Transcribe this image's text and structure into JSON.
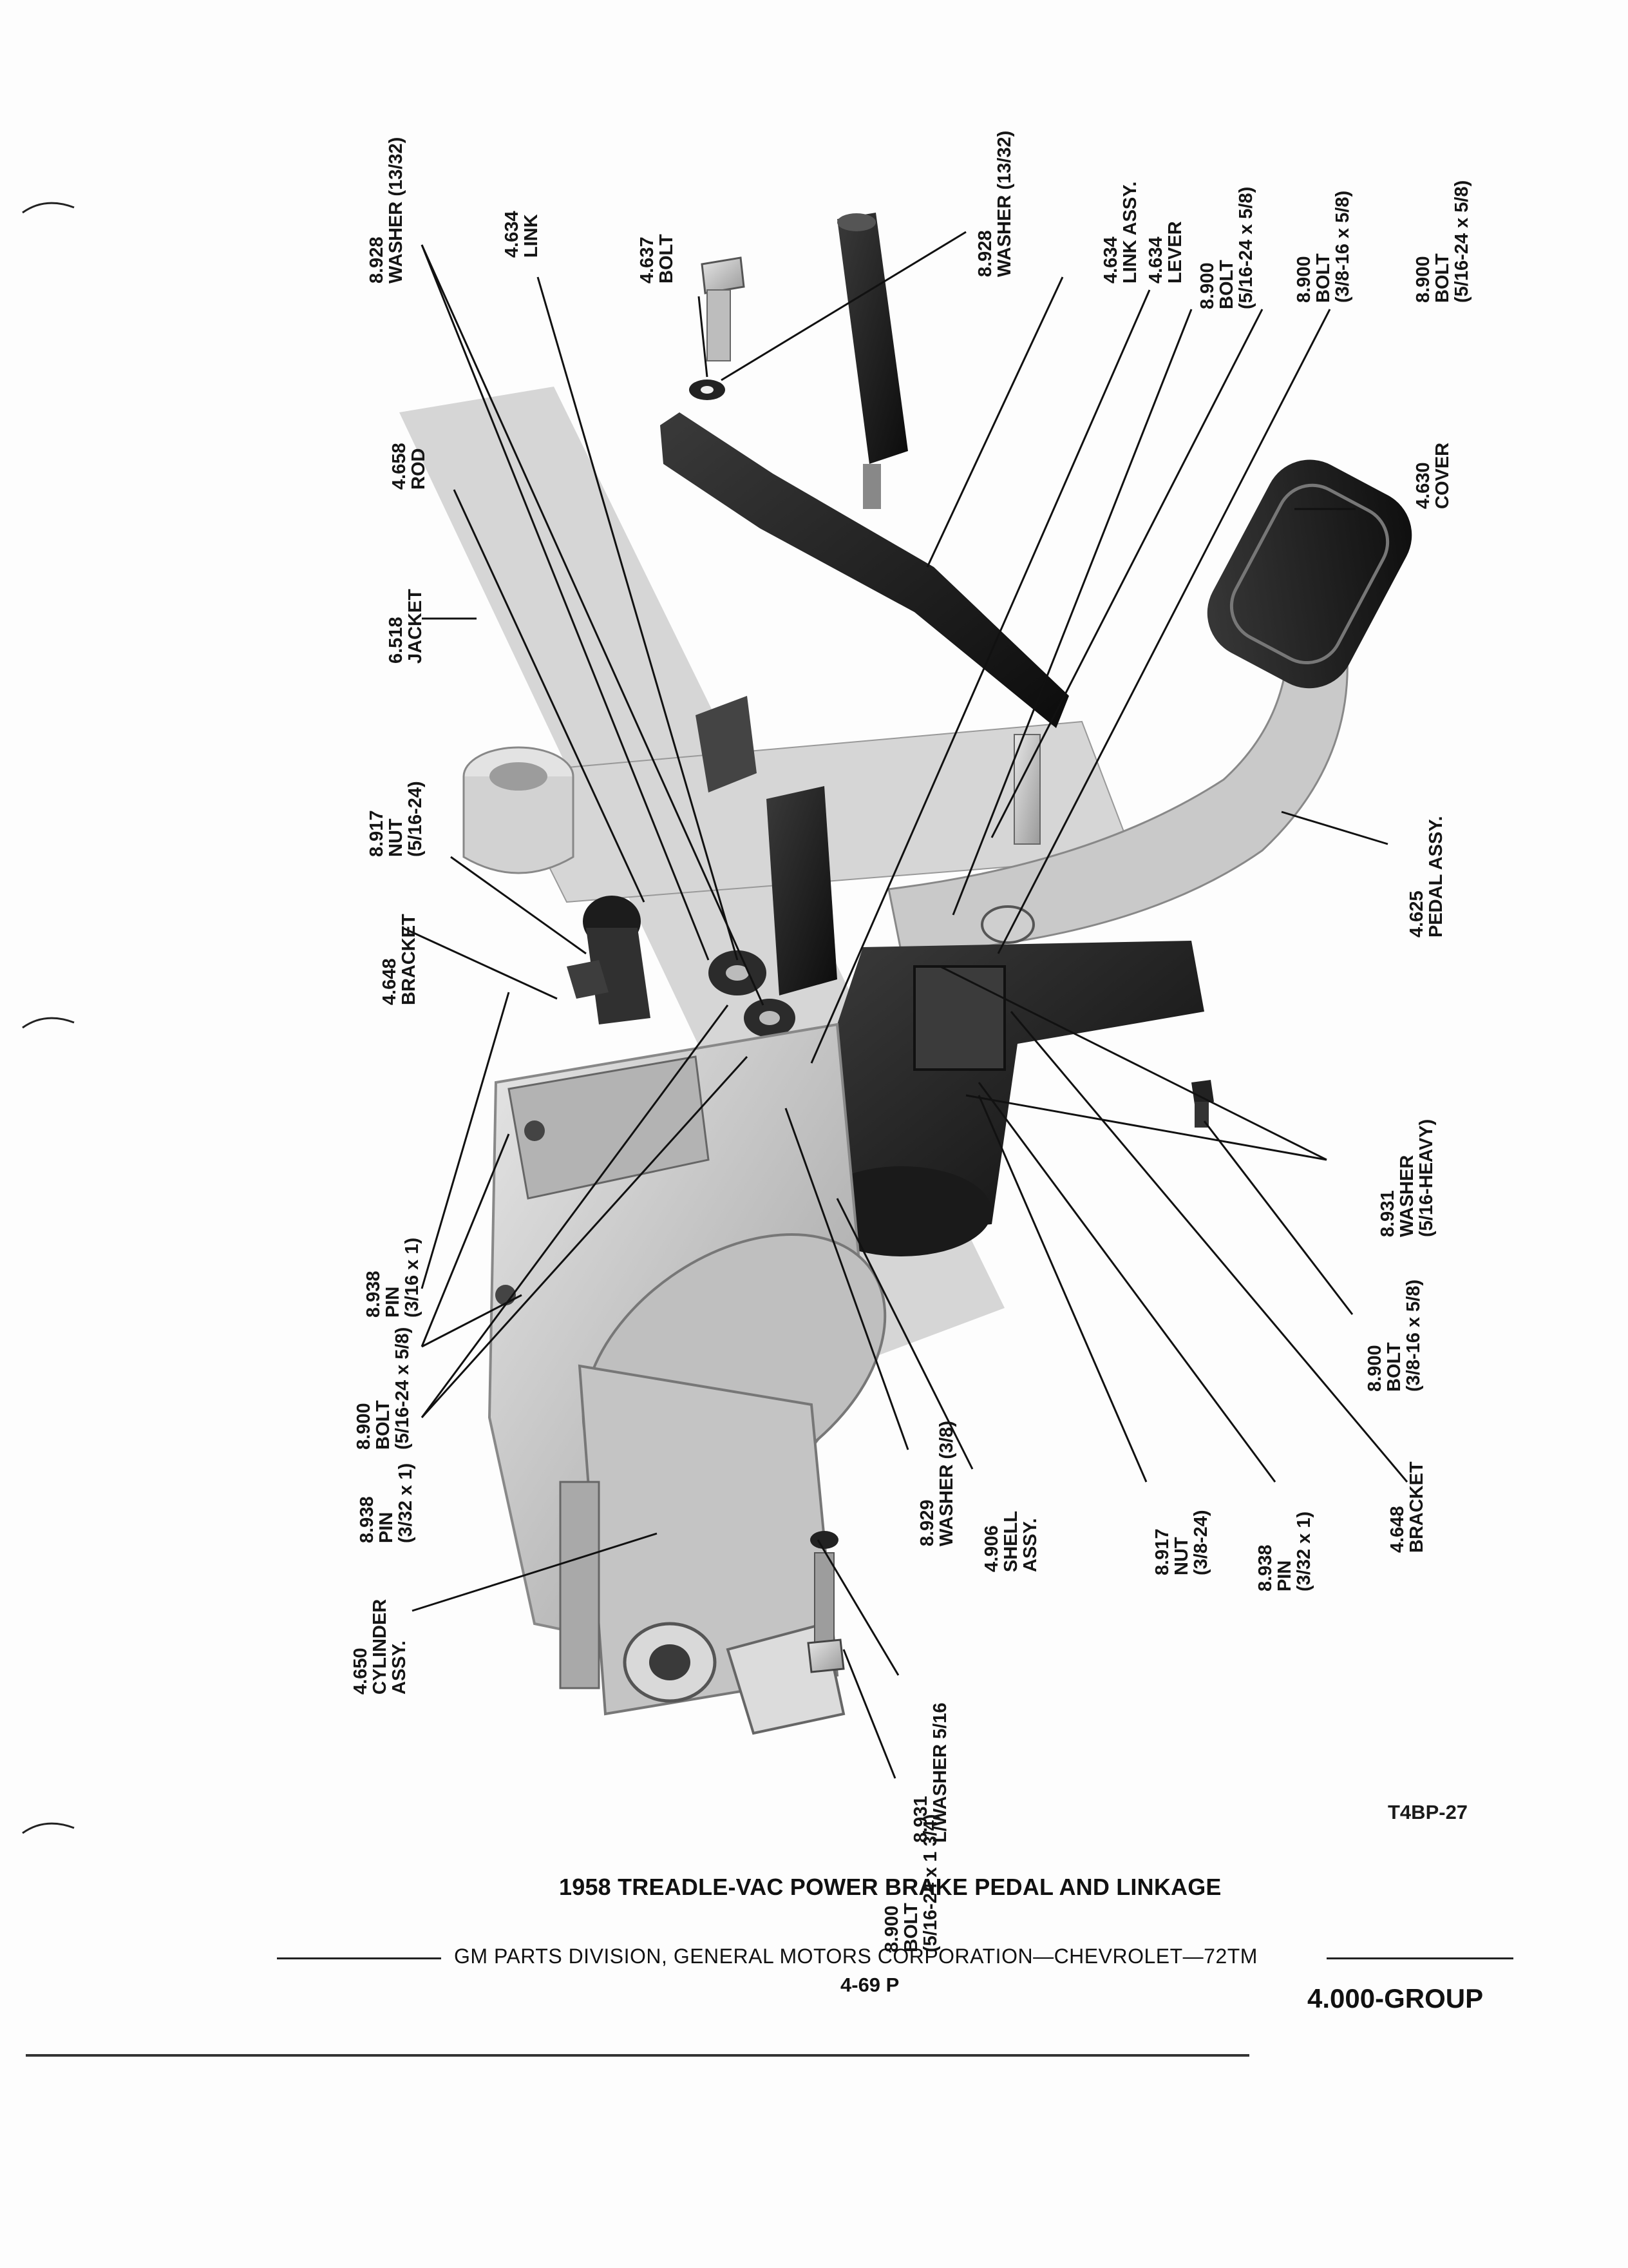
{
  "callouts": [
    {
      "id": "washer-1",
      "number": "8.928",
      "name": "WASHER (13/32)",
      "spec": ""
    },
    {
      "id": "link",
      "number": "4.634",
      "name": "LINK",
      "spec": ""
    },
    {
      "id": "bolt-top",
      "number": "4.637",
      "name": "BOLT",
      "spec": ""
    },
    {
      "id": "washer-2",
      "number": "8.928",
      "name": "WASHER (13/32)",
      "spec": ""
    },
    {
      "id": "link-assy",
      "number": "4.634",
      "name": "LINK ASSY.",
      "spec": ""
    },
    {
      "id": "lever",
      "number": "4.634",
      "name": "LEVER",
      "spec": ""
    },
    {
      "id": "bolt-a",
      "number": "8.900",
      "name": "BOLT",
      "spec": "(5/16-24 x 5/8)"
    },
    {
      "id": "bolt-b",
      "number": "8.900",
      "name": "BOLT",
      "spec": "(3/8-16 x 5/8)"
    },
    {
      "id": "bolt-c",
      "number": "8.900",
      "name": "BOLT",
      "spec": "(5/16-24 x 5/8)"
    },
    {
      "id": "rod",
      "number": "4.658",
      "name": "ROD",
      "spec": ""
    },
    {
      "id": "cover",
      "number": "4.630",
      "name": "COVER",
      "spec": ""
    },
    {
      "id": "jacket",
      "number": "6.518",
      "name": "JACKET",
      "spec": ""
    },
    {
      "id": "nut-top",
      "number": "8.917",
      "name": "NUT",
      "spec": "(5/16-24)"
    },
    {
      "id": "bracket-left",
      "number": "4.648",
      "name": "BRACKET",
      "spec": ""
    },
    {
      "id": "pedal-assy",
      "number": "4.625",
      "name": "PEDAL ASSY.",
      "spec": ""
    },
    {
      "id": "washer-heavy",
      "number": "8.931",
      "name": "WASHER",
      "spec": "(5/16-HEAVY)"
    },
    {
      "id": "pin-a",
      "number": "8.938",
      "name": "PIN",
      "spec": "(3/16 x 1)"
    },
    {
      "id": "bolt-d",
      "number": "8.900",
      "name": "BOLT",
      "spec": "(5/16-24 x 5/8)"
    },
    {
      "id": "pin-b",
      "number": "8.938",
      "name": "PIN",
      "spec": "(3/32 x 1)"
    },
    {
      "id": "cylinder-assy",
      "number": "4.650",
      "name": "CYLINDER",
      "spec": "ASSY."
    },
    {
      "id": "washer-38",
      "number": "8.929",
      "name": "WASHER (3/8)",
      "spec": ""
    },
    {
      "id": "shell-assy",
      "number": "4.906",
      "name": "SHELL",
      "spec": "ASSY."
    },
    {
      "id": "nut-bottom",
      "number": "8.917",
      "name": "NUT",
      "spec": "(3/8-24)"
    },
    {
      "id": "pin-c",
      "number": "8.938",
      "name": "PIN",
      "spec": "(3/32 x 1)"
    },
    {
      "id": "bracket-right",
      "number": "4.648",
      "name": "BRACKET",
      "spec": ""
    },
    {
      "id": "bolt-e",
      "number": "8.900",
      "name": "BOLT",
      "spec": "(3/8-16 x 5/8)"
    },
    {
      "id": "lwasher",
      "number": "8.931",
      "name": "L/WASHER 5/16",
      "spec": ""
    },
    {
      "id": "bolt-f",
      "number": "8.900",
      "name": "BOLT",
      "spec": "(5/16-24 x 1 3/4)"
    }
  ],
  "figure_code": "T4BP-27",
  "title": "1958 TREADLE-VAC POWER BRAKE PEDAL AND LINKAGE",
  "footer": "GM PARTS DIVISION, GENERAL MOTORS CORPORATION—CHEVROLET—72TM",
  "page_number": "4-69  P",
  "group": "4.000-GROUP"
}
